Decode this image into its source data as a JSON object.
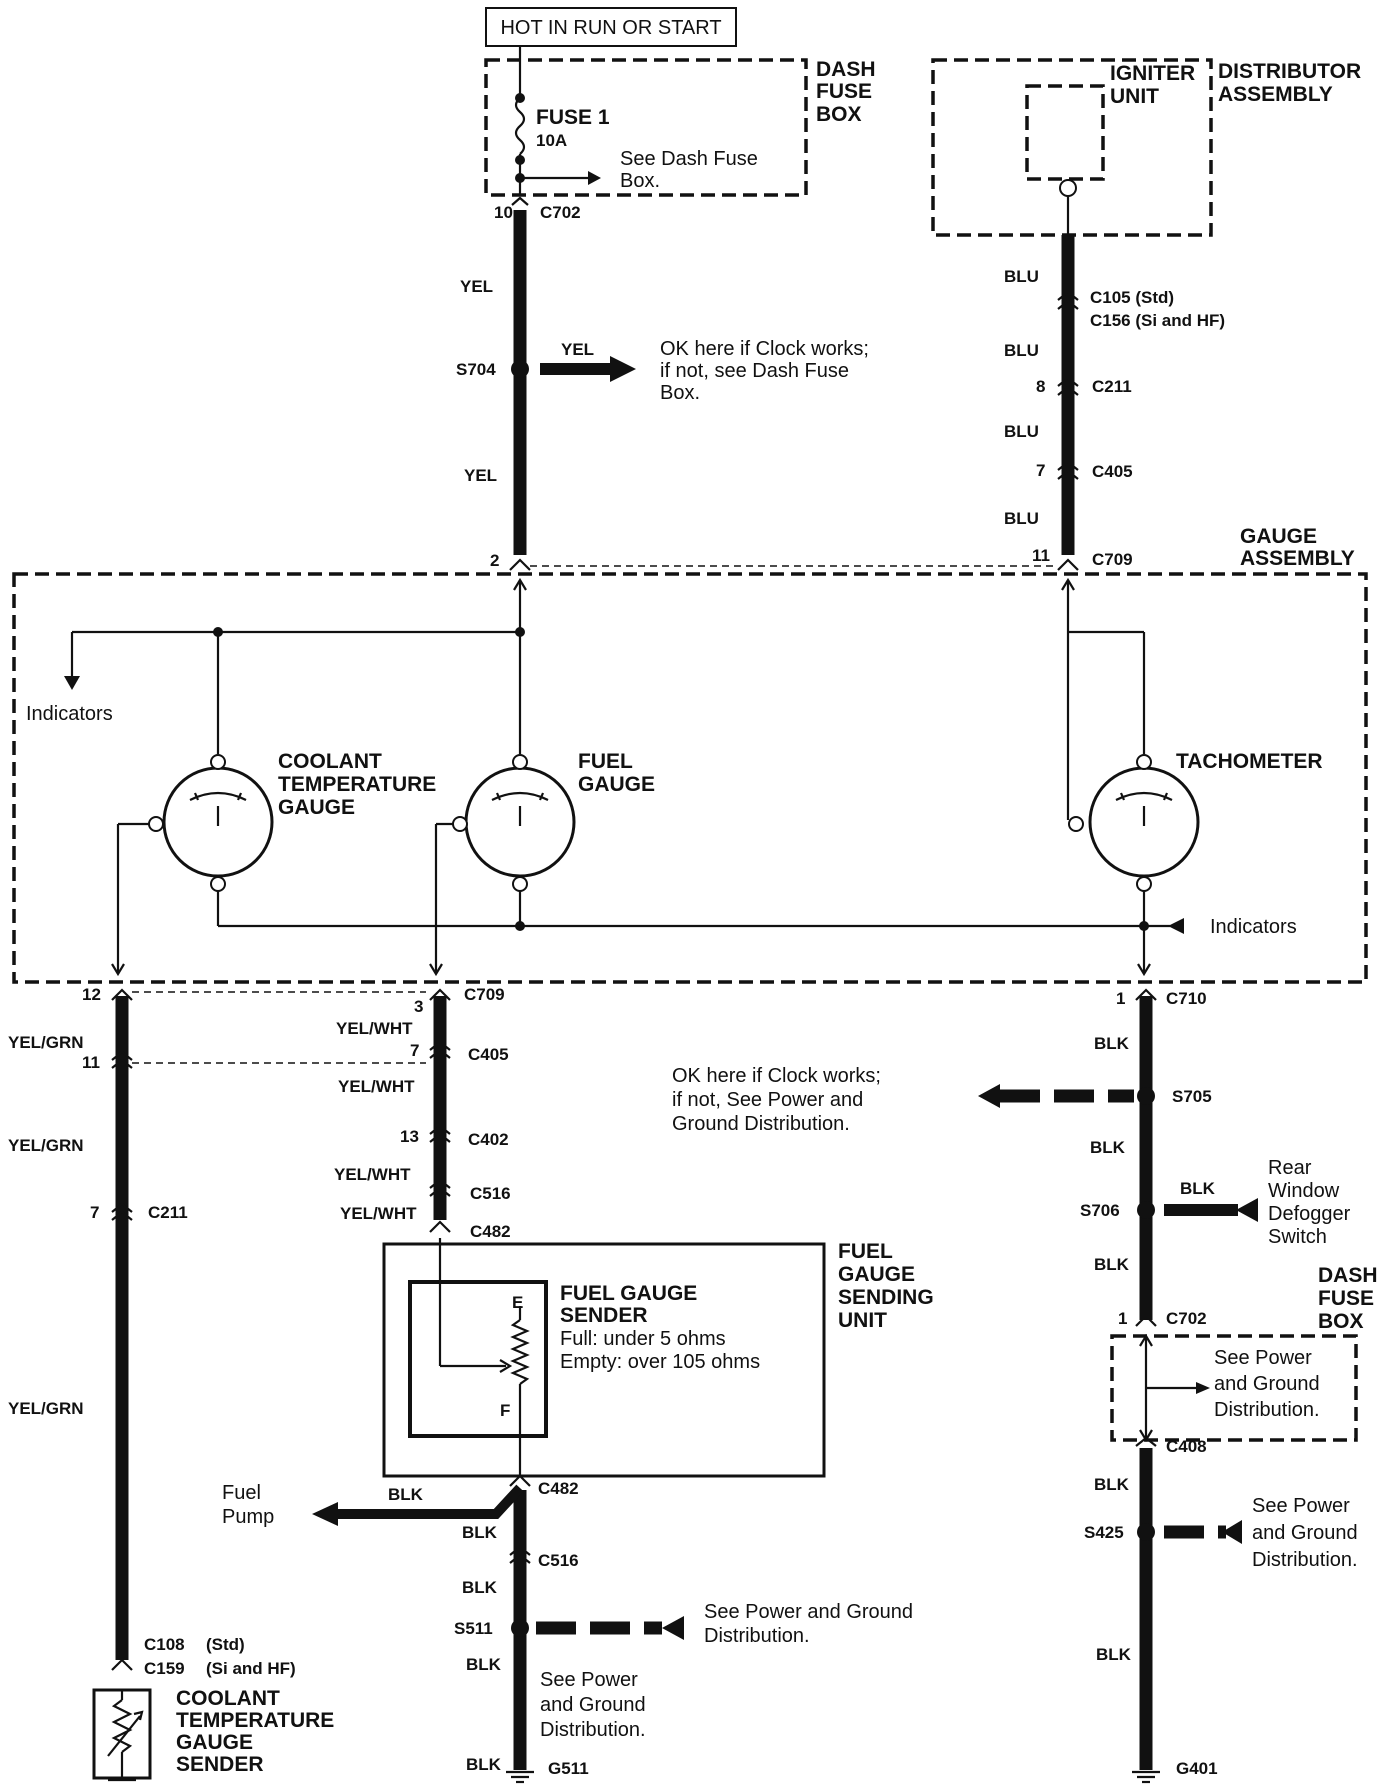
{
  "colors": {
    "ink": "#111111",
    "paper": "#ffffff"
  },
  "top": {
    "hot_label": "HOT IN RUN OR START",
    "dash_fuse_box": [
      "DASH",
      "FUSE",
      "BOX"
    ],
    "fuse_name": "FUSE 1",
    "fuse_rating": "10A",
    "see_dash_fuse_box": [
      "See Dash Fuse",
      "Box."
    ],
    "distributor_assembly": [
      "DISTRIBUTOR",
      "ASSEMBLY"
    ],
    "igniter_unit": [
      "IGNITER",
      "UNIT"
    ]
  },
  "left_feed": {
    "pin10": "10",
    "c702": "C702",
    "yel1": "YEL",
    "s704": "S704",
    "yel_branch": "YEL",
    "clock_note": [
      "OK here if Clock works;",
      "if not, see Dash Fuse",
      "Box."
    ],
    "yel2": "YEL",
    "pin2": "2"
  },
  "right_feed": {
    "blu1": "BLU",
    "c105": "C105 (Std)",
    "c156": "C156 (Si and HF)",
    "blu2": "BLU",
    "pin8": "8",
    "c211": "C211",
    "blu3": "BLU",
    "pin7": "7",
    "c405": "C405",
    "blu4": "BLU",
    "pin11": "11",
    "c709": "C709"
  },
  "gauge_assembly": {
    "title": [
      "GAUGE",
      "ASSEMBLY"
    ],
    "indicators_left": "Indicators",
    "indicators_right": "Indicators",
    "coolant_gauge": [
      "COOLANT",
      "TEMPERATURE",
      "GAUGE"
    ],
    "fuel_gauge": [
      "FUEL",
      "GAUGE"
    ],
    "tachometer": "TACHOMETER"
  },
  "coolant_circuit": {
    "pin12": "12",
    "yelgrn1": "YEL/GRN",
    "pin11": "11",
    "yelgrn2": "YEL/GRN",
    "pin7": "7",
    "c211": "C211",
    "yelgrn3": "YEL/GRN",
    "c108": "C108",
    "c108_note": "(Std)",
    "c159": "C159",
    "c159_note": "(Si and HF)",
    "sender": [
      "COOLANT",
      "TEMPERATURE",
      "GAUGE",
      "SENDER"
    ]
  },
  "fuel_circuit": {
    "pin3": "3",
    "c709": "C709",
    "yelwht1": "YEL/WHT",
    "pin7": "7",
    "c405": "C405",
    "yelwht2": "YEL/WHT",
    "pin13": "13",
    "c402": "C402",
    "yelwht3": "YEL/WHT",
    "c516a": "C516",
    "yelwht4": "YEL/WHT",
    "c482a": "C482",
    "sending_unit": [
      "FUEL",
      "GAUGE",
      "SENDING",
      "UNIT"
    ],
    "sender_title": [
      "FUEL GAUGE",
      "SENDER"
    ],
    "full": "Full:  under 5 ohms",
    "empty": "Empty:  over 105 ohms",
    "e": "E",
    "f": "F",
    "c482b": "C482",
    "fuel_pump": [
      "Fuel",
      "Pump"
    ],
    "blk_pump": "BLK",
    "blk1": "BLK",
    "c516b": "C516",
    "blk2": "BLK",
    "s511": "S511",
    "s511_note": [
      "See Power and  Ground",
      "Distribution."
    ],
    "blk3": "BLK",
    "see_pg": [
      "See  Power",
      "and  Ground",
      "Distribution."
    ],
    "blk4": "BLK",
    "g511": "G511"
  },
  "tach_ground": {
    "pin1": "1",
    "c710": "C710",
    "blk1": "BLK",
    "clock_note": [
      "OK here if Clock works;",
      "if not, See Power and",
      "Ground Distribution."
    ],
    "s705": "S705",
    "blk2": "BLK",
    "s706": "S706",
    "blk_branch": "BLK",
    "rear_window": [
      "Rear",
      "Window",
      "Defogger",
      "Switch"
    ],
    "blk3": "BLK",
    "dash_fuse_box": [
      "DASH",
      "FUSE",
      "BOX"
    ],
    "pin1b": "1",
    "c702": "C702",
    "see_pg_box": [
      "See Power",
      "and  Ground",
      "Distribution."
    ],
    "c408": "C408",
    "blk4": "BLK",
    "s425": "S425",
    "s425_note": [
      "See Power",
      "and Ground",
      "Distribution."
    ],
    "blk5": "BLK",
    "g401": "G401"
  }
}
